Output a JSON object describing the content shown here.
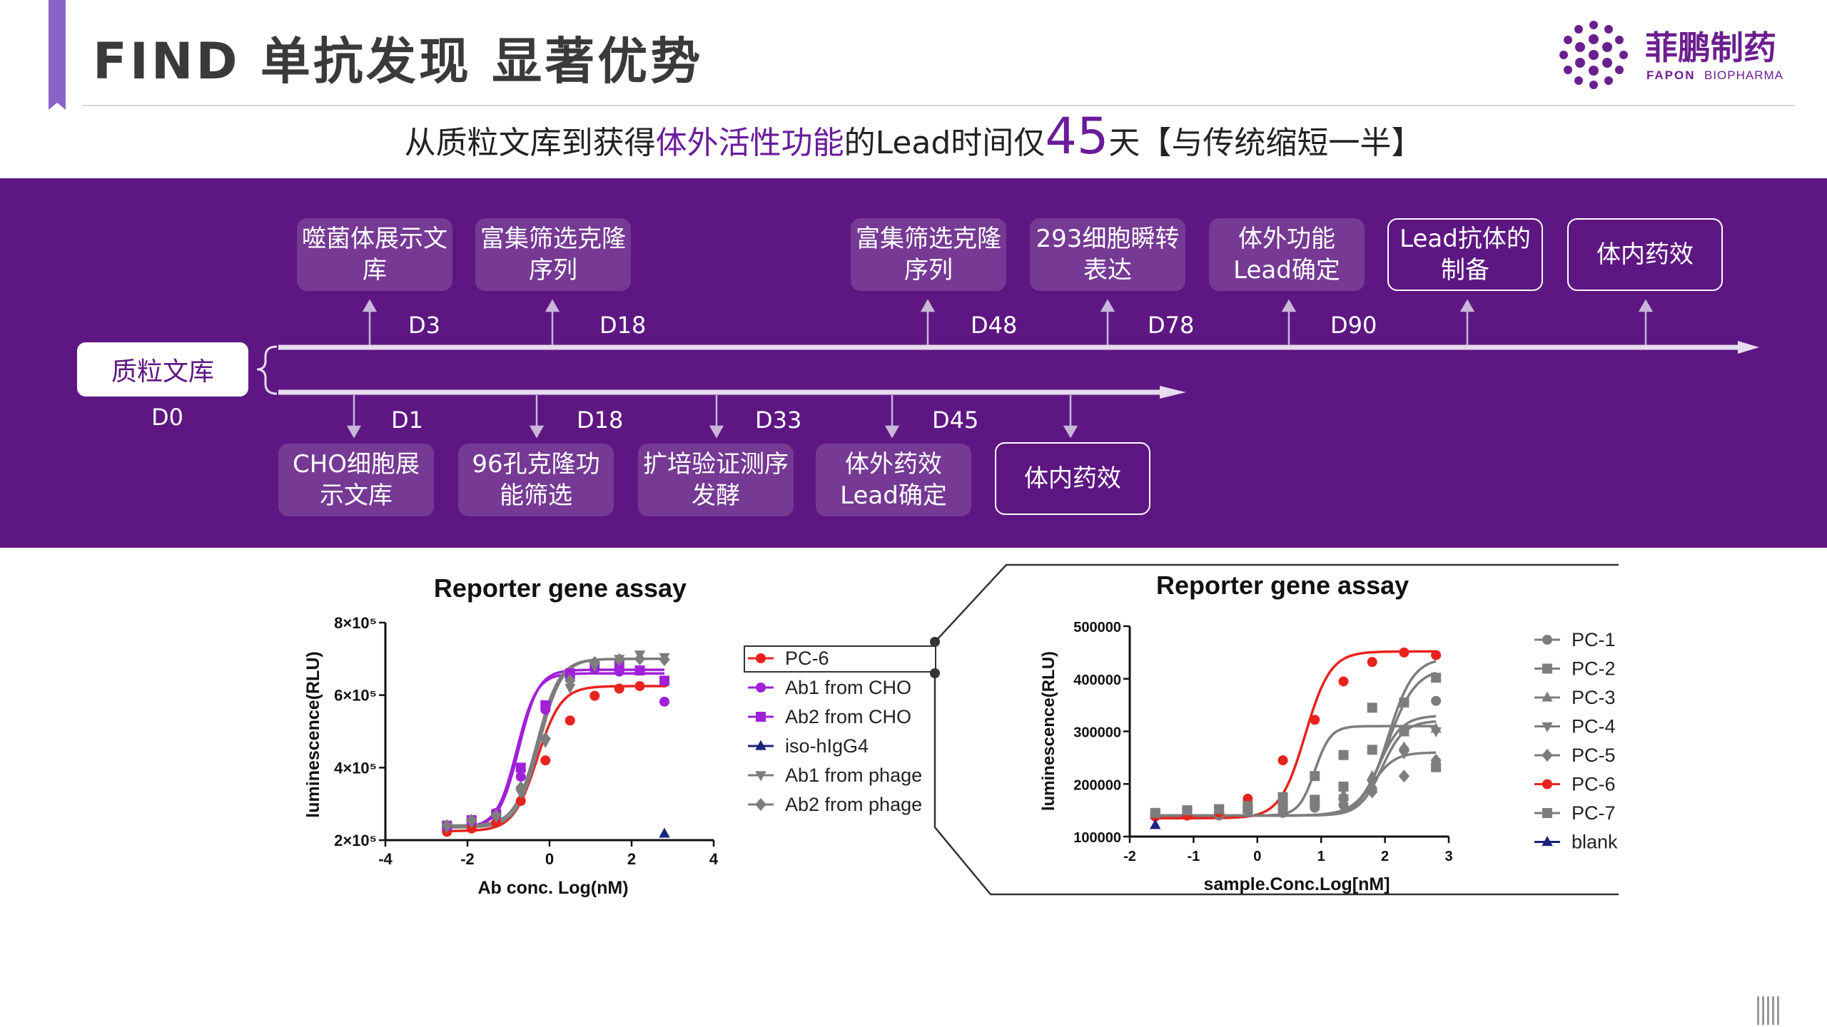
{
  "header": {
    "title": "FIND 单抗发现 显著优势",
    "logo_cn": "菲鹏制药",
    "logo_en_1": "FAPON",
    "logo_en_2": "BIOPHARMA"
  },
  "subtitle": {
    "part1": "从质粒文库到获得",
    "highlight": "体外活性功能",
    "part2": "的Lead时间仅",
    "days": "45",
    "part3": "天【与传统缩短一半】"
  },
  "timeline": {
    "source_label": "质粒文库",
    "source_day": "D0",
    "phage_steps": [
      {
        "label": "噬菌体展示文库"
      },
      {
        "label": "富集筛选克隆序列"
      },
      {
        "label": "富集筛选克隆序列"
      },
      {
        "label": "293细胞瞬转表达"
      },
      {
        "label": "体外功能Lead确定"
      },
      {
        "label": "Lead抗体的制备"
      },
      {
        "label": "体内药效"
      }
    ],
    "phage_days": [
      "D3",
      "D18",
      "D48",
      "D78",
      "D90"
    ],
    "cho_steps": [
      {
        "label": "CHO细胞展示文库"
      },
      {
        "label": "96孔克隆功能筛选"
      },
      {
        "label": "扩培验证测序发酵"
      },
      {
        "label": "体外药效Lead确定"
      },
      {
        "label": "体内药效"
      }
    ],
    "cho_days": [
      "D1",
      "D18",
      "D33",
      "D45"
    ]
  },
  "chart_data": [
    {
      "type": "scatter",
      "title": "Reporter gene assay",
      "xlabel": "Ab conc. Log(nM)",
      "ylabel": "luminescence(RLU)",
      "xlim": [
        -4,
        4
      ],
      "ylim": [
        200000,
        800000
      ],
      "x_ticks": [
        "-4",
        "-2",
        "0",
        "2",
        "4"
      ],
      "y_ticks": [
        "2×10⁵",
        "4×10⁵",
        "6×10⁵",
        "8×10⁵"
      ],
      "legend_position": "right",
      "series": [
        {
          "name": "PC-6",
          "color": "#e8221d",
          "marker": "circle",
          "fit": [
            225000,
            625000,
            -0.3,
            1.5
          ],
          "x": [
            -2.5,
            -1.9,
            -1.3,
            -0.7,
            -0.1,
            0.5,
            1.1,
            1.7,
            2.2,
            2.8
          ],
          "y": [
            223000,
            232000,
            248000,
            308000,
            420000,
            530000,
            598000,
            618000,
            625000,
            635000
          ]
        },
        {
          "name": "Ab1 from CHO",
          "color": "#a020d8",
          "marker": "circle",
          "fit": [
            235000,
            660000,
            -0.8,
            1.8
          ],
          "x": [
            -2.5,
            -1.9,
            -1.3,
            -0.7,
            -0.1,
            0.5,
            1.1,
            1.7,
            2.2,
            2.8
          ],
          "y": [
            238000,
            252000,
            275000,
            375000,
            560000,
            648000,
            672000,
            665000,
            668000,
            582000
          ]
        },
        {
          "name": "Ab2 from CHO",
          "color": "#a020d8",
          "marker": "square",
          "fit": [
            235000,
            670000,
            -0.75,
            1.8
          ],
          "x": [
            -2.5,
            -1.9,
            -1.3,
            -0.7,
            -0.1,
            0.5,
            1.1,
            1.7,
            2.2,
            2.8
          ],
          "y": [
            240000,
            255000,
            272000,
            400000,
            572000,
            660000,
            680000,
            682000,
            668000,
            640000
          ]
        },
        {
          "name": "iso-hIgG4",
          "color": "#1a237e",
          "marker": "triangle",
          "x": [
            2.8
          ],
          "y": [
            218000
          ]
        },
        {
          "name": "Ab1 from phage",
          "color": "#7d7d7d",
          "marker": "triangle-down",
          "fit": [
            235000,
            700000,
            -0.25,
            1.6
          ],
          "x": [
            -2.5,
            -1.9,
            -1.3,
            -0.7,
            -0.1,
            0.5,
            1.1,
            1.7,
            2.2,
            2.8
          ],
          "y": [
            235000,
            248000,
            262000,
            330000,
            470000,
            620000,
            680000,
            700000,
            712000,
            705000
          ]
        },
        {
          "name": "Ab2 from phage",
          "color": "#7d7d7d",
          "marker": "diamond",
          "fit": [
            240000,
            700000,
            -0.3,
            1.6
          ],
          "x": [
            -2.5,
            -1.9,
            -1.3,
            -0.7,
            -0.1,
            0.5,
            1.1,
            1.7,
            2.2,
            2.8
          ],
          "y": [
            240000,
            255000,
            268000,
            345000,
            480000,
            640000,
            690000,
            698000,
            700000,
            698000
          ]
        }
      ]
    },
    {
      "type": "scatter",
      "title": "Reporter gene assay",
      "xlabel": "sample.Conc.Log[nM]",
      "ylabel": "luminescence(RLU)",
      "xlim": [
        -2,
        3
      ],
      "ylim": [
        100000,
        500000
      ],
      "x_ticks": [
        "-2",
        "-1",
        "0",
        "1",
        "2",
        "3"
      ],
      "y_ticks": [
        "100000",
        "200000",
        "300000",
        "400000",
        "500000"
      ],
      "legend_position": "right",
      "series": [
        {
          "name": "PC-1",
          "color": "#7d7d7d",
          "marker": "circle",
          "fit": [
            140000,
            420000,
            2.05,
            2.0
          ],
          "x": [
            -1.6,
            -1.1,
            -0.6,
            -0.15,
            0.4,
            0.9,
            1.35,
            1.8,
            2.3,
            2.8
          ],
          "y": [
            140000,
            145000,
            140000,
            148000,
            145000,
            155000,
            160000,
            190000,
            265000,
            358000
          ]
        },
        {
          "name": "PC-2",
          "color": "#7d7d7d",
          "marker": "square",
          "fit": [
            140000,
            440000,
            2.05,
            2.2
          ],
          "x": [
            -1.6,
            -1.1,
            -0.6,
            -0.15,
            0.4,
            0.9,
            1.35,
            1.8,
            2.3,
            2.8
          ],
          "y": [
            142000,
            148000,
            152000,
            155000,
            162000,
            170000,
            195000,
            265000,
            355000,
            402000
          ]
        },
        {
          "name": "PC-3",
          "color": "#7d7d7d",
          "marker": "triangle",
          "fit": [
            140000,
            330000,
            1.9,
            2.4
          ],
          "x": [
            -1.6,
            -1.1,
            -0.6,
            -0.15,
            0.4,
            0.9,
            1.35,
            1.8,
            2.3,
            2.8
          ],
          "y": [
            142000,
            148000,
            150000,
            152000,
            158000,
            165000,
            180000,
            215000,
            270000,
            305000
          ]
        },
        {
          "name": "PC-4",
          "color": "#7d7d7d",
          "marker": "triangle-down",
          "fit": [
            140000,
            320000,
            1.95,
            2.5
          ],
          "x": [
            -1.6,
            -1.1,
            -0.6,
            -0.15,
            0.4,
            0.9,
            1.35,
            1.8,
            2.3,
            2.8
          ],
          "y": [
            140000,
            145000,
            148000,
            150000,
            155000,
            160000,
            172000,
            200000,
            258000,
            300000
          ]
        },
        {
          "name": "PC-5",
          "color": "#7d7d7d",
          "marker": "diamond",
          "fit": [
            140000,
            260000,
            1.8,
            2.5
          ],
          "x": [
            -1.6,
            -1.1,
            -0.6,
            -0.15,
            0.4,
            0.9,
            1.35,
            1.8,
            2.3,
            2.8
          ],
          "y": [
            140000,
            143000,
            145000,
            148000,
            152000,
            158000,
            170000,
            185000,
            215000,
            245000
          ]
        },
        {
          "name": "PC-6",
          "color": "#e8221d",
          "marker": "circle",
          "fit": [
            135000,
            452000,
            0.75,
            2.2
          ],
          "x": [
            -1.6,
            -1.1,
            -0.6,
            -0.15,
            0.4,
            0.9,
            1.35,
            1.8,
            2.3,
            2.8
          ],
          "y": [
            138000,
            140000,
            146000,
            172000,
            245000,
            322000,
            395000,
            432000,
            450000,
            445000
          ]
        },
        {
          "name": "PC-7",
          "color": "#7d7d7d",
          "marker": "square",
          "fit": [
            140000,
            310000,
            0.9,
            3.5
          ],
          "x": [
            -1.6,
            -1.1,
            -0.6,
            -0.15,
            0.4,
            0.9,
            1.35,
            1.8,
            2.3,
            2.8
          ],
          "y": [
            145000,
            150000,
            152000,
            158000,
            175000,
            215000,
            255000,
            345000,
            300000,
            232000
          ]
        },
        {
          "name": "blank",
          "color": "#1a237e",
          "marker": "triangle",
          "x": [
            -1.6
          ],
          "y": [
            122000
          ]
        }
      ]
    }
  ]
}
